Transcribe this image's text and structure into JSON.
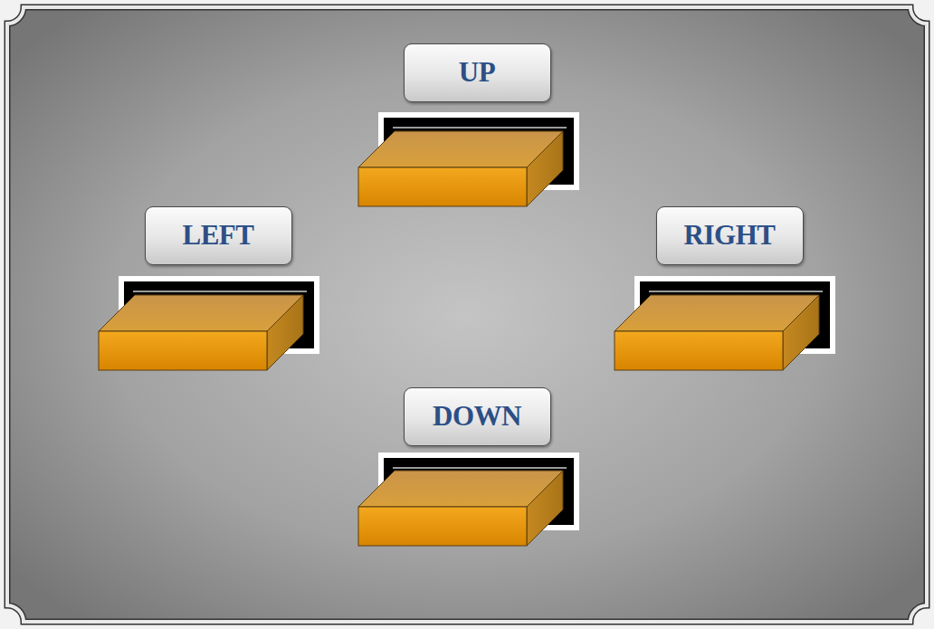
{
  "diagram": {
    "nodes": [
      {
        "text": [
          "UP"
        ]
      },
      {
        "text": [
          "LEFT"
        ]
      },
      {
        "text": [
          "RIGHT"
        ]
      },
      {
        "text": [
          "DOWN"
        ]
      }
    ]
  }
}
